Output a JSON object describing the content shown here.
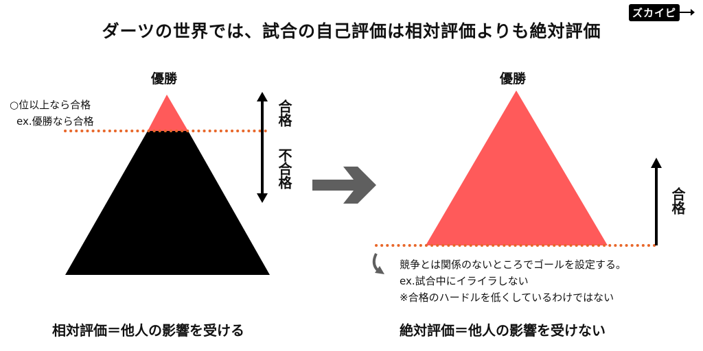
{
  "title": "ダーツの世界では、試合の自己評価は相対評価よりも絶対評価",
  "logo": {
    "text": "ズカイピ"
  },
  "left_panel": {
    "peak_label": "優勝",
    "note_line1": "○位以上なら合格",
    "note_line2": "ex.優勝なら合格",
    "pass_label": "合格",
    "fail_label": "不合格",
    "caption": "相対評価＝他人の影響を受ける"
  },
  "right_panel": {
    "peak_label": "優勝",
    "pass_label": "合格",
    "note_line1": "競争とは関係のないところでゴールを設定する。",
    "note_line2": "ex.試合中にイライラしない",
    "note_line3": "※合格のハードルを低くしているわけではない",
    "caption": "絶対評価＝他人の影響を受けない"
  },
  "colors": {
    "pass": "#ff5a5a",
    "fail": "#000000",
    "dotted_line": "#e8672a",
    "arrow": "#5f5f5f"
  }
}
